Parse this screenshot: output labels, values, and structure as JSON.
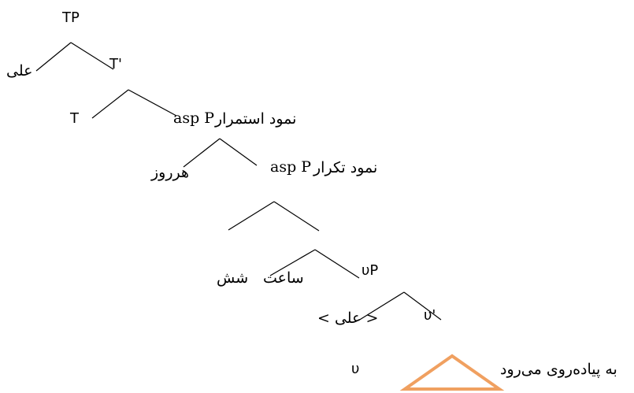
{
  "tree": {
    "tp": "TP",
    "ali_spec": "علی",
    "t_bar": "T'",
    "t_head": "T",
    "asp_p_1": "asp P",
    "asp_p_1_label": "نمود استمرار",
    "every_day": "هرروز",
    "asp_p_2": "asp P",
    "asp_p_2_label": "نمود تکرار",
    "six": "شش",
    "oclock": "ساعت",
    "vp": "υP",
    "ali_trace": "< علی >",
    "v_bar": "υ'",
    "v_head": "υ",
    "vp_content": "به پیاده‌روی می‌رود"
  },
  "colors": {
    "lines": "#000000",
    "triangle": "#f0a060"
  }
}
